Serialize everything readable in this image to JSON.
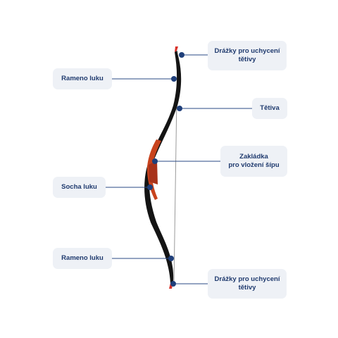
{
  "labels": {
    "notch_top": [
      "Drážky pro uchycení",
      "tětivy"
    ],
    "limb_top": "Rameno luku",
    "string": "Tětiva",
    "arrow_rest": [
      "Zakládka",
      "pro vložení šípu"
    ],
    "riser": "Socha luku",
    "limb_bottom": "Rameno luku",
    "notch_bottom": [
      "Drážky pro uchycení",
      "tětivy"
    ]
  },
  "colors": {
    "label_bg": "#eef1f6",
    "label_text": "#1f3a6e",
    "leader_line": "#2a4a86",
    "dot": "#1f3f7a",
    "bow_limb": "#141414",
    "bow_riser": "#c8431d",
    "bow_tip": "#d8322a",
    "string": "#9a9a9a"
  }
}
